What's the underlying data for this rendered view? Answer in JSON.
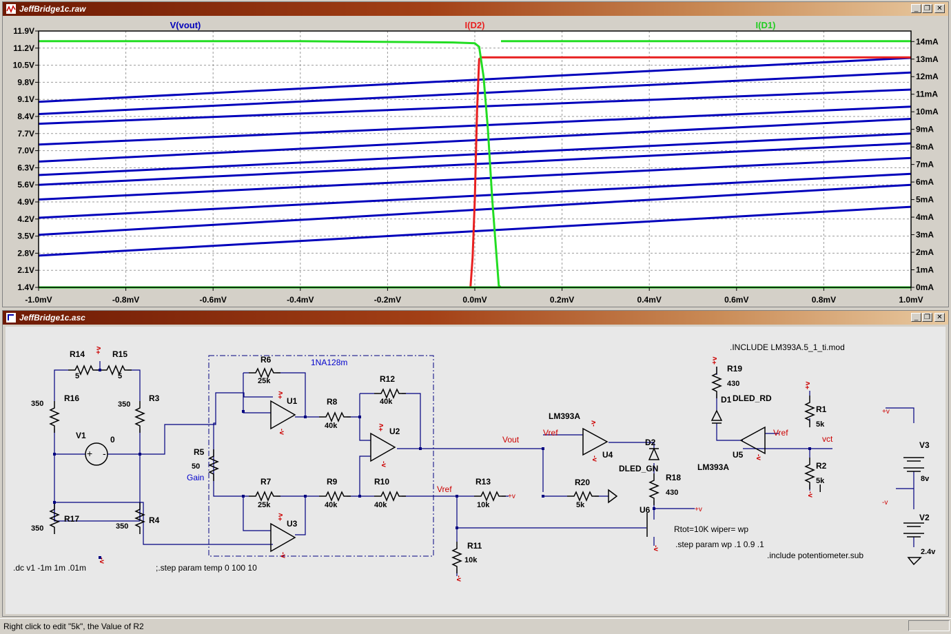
{
  "waveform_window": {
    "title": "JeffBridge1c.raw",
    "icon": "waveform-icon",
    "buttons": [
      "minimize-icon",
      "restore-icon",
      "close-icon"
    ]
  },
  "schematic_window": {
    "title": "JeffBridge1c.asc",
    "icon": "schematic-icon",
    "buttons": [
      "minimize-icon",
      "restore-icon",
      "close-icon"
    ]
  },
  "status_bar": {
    "text": "Right click to edit \"5k\", the Value of R2"
  },
  "colors": {
    "vout": "#0000bb",
    "id2": "#e82020",
    "id1": "#22dd22",
    "schematic_wire": "#000080",
    "net_label": "#cc0000",
    "plot_bg": "#ffffff",
    "schematic_bg": "#e8e8e8"
  },
  "chart_data": {
    "type": "line",
    "grid": true,
    "xlim": [
      -1.0,
      1.0
    ],
    "x_unit": "mV",
    "x_ticks": [
      "-1.0mV",
      "-0.8mV",
      "-0.6mV",
      "-0.4mV",
      "-0.2mV",
      "0.0mV",
      "0.2mV",
      "0.4mV",
      "0.6mV",
      "0.8mV",
      "1.0mV"
    ],
    "y_left_lim": [
      1.4,
      11.9
    ],
    "y_left_ticks": [
      "11.9V",
      "11.2V",
      "10.5V",
      "9.8V",
      "9.1V",
      "8.4V",
      "7.7V",
      "7.0V",
      "6.3V",
      "5.6V",
      "4.9V",
      "4.2V",
      "3.5V",
      "2.8V",
      "2.1V",
      "1.4V"
    ],
    "y_right_lim": [
      0,
      14.6
    ],
    "y_right_ticks": [
      "14mA",
      "13mA",
      "12mA",
      "11mA",
      "10mA",
      "9mA",
      "8mA",
      "7mA",
      "6mA",
      "5mA",
      "4mA",
      "3mA",
      "2mA",
      "1mA",
      "0mA"
    ],
    "series": [
      {
        "name": "V(vout)",
        "axis": "left",
        "color": "#0000bb",
        "lines": [
          {
            "x": [
              -1.0,
              1.0
            ],
            "y": [
              2.7,
              4.7
            ]
          },
          {
            "x": [
              -1.0,
              1.0
            ],
            "y": [
              3.55,
              5.6
            ]
          },
          {
            "x": [
              -1.0,
              1.0
            ],
            "y": [
              4.25,
              6.05
            ]
          },
          {
            "x": [
              -1.0,
              1.0
            ],
            "y": [
              5.0,
              6.7
            ]
          },
          {
            "x": [
              -1.0,
              1.0
            ],
            "y": [
              5.6,
              7.3
            ]
          },
          {
            "x": [
              -1.0,
              1.0
            ],
            "y": [
              6.0,
              7.7
            ]
          },
          {
            "x": [
              -1.0,
              1.0
            ],
            "y": [
              6.55,
              8.3
            ]
          },
          {
            "x": [
              -1.0,
              1.0
            ],
            "y": [
              7.25,
              8.8
            ]
          },
          {
            "x": [
              -1.0,
              1.0
            ],
            "y": [
              8.1,
              9.5
            ]
          },
          {
            "x": [
              -1.0,
              1.0
            ],
            "y": [
              8.5,
              10.2
            ]
          },
          {
            "x": [
              -1.0,
              1.0
            ],
            "y": [
              9.0,
              10.8
            ]
          }
        ]
      },
      {
        "name": "I(D2)",
        "axis": "right",
        "color": "#e82020",
        "x": [
          -1.0,
          -0.01,
          -0.005,
          0.0,
          0.005,
          0.01,
          0.015,
          1.0
        ],
        "y": [
          0,
          0,
          1.7,
          5,
          10,
          13.0,
          13.1,
          13.1
        ]
      },
      {
        "name": "I(D1)",
        "axis": "right",
        "color": "#22dd22",
        "x": [
          -1.0,
          -0.4,
          -0.05,
          0.0,
          0.01,
          0.02,
          0.03,
          0.04,
          0.055,
          0.06,
          1.0
        ],
        "y": [
          14.02,
          14.02,
          13.95,
          13.9,
          13.7,
          12,
          9,
          5,
          0.1,
          0,
          0
        ]
      },
      {
        "name": "I(D1)",
        "axis": "right",
        "color": "#22dd22",
        "x": [
          -1.0,
          1.0
        ],
        "y": [
          0,
          0
        ]
      },
      {
        "name": "I(D1)",
        "axis": "right",
        "color": "#22dd22",
        "x": [
          0.06,
          1.0
        ],
        "y": [
          14.02,
          14.02
        ]
      }
    ]
  },
  "schematic": {
    "components": [
      "R14",
      "R15",
      "R16",
      "R3",
      "R17",
      "R4",
      "V1",
      "R6",
      "R5",
      "R7",
      "U1",
      "U3",
      "R8",
      "R9",
      "R12",
      "R10",
      "U2",
      "R13",
      "R11",
      "U4",
      "R20",
      "D2",
      "R18",
      "U6",
      "R19",
      "D1",
      "U5",
      "R1",
      "R2",
      "V3",
      "V2"
    ],
    "values": {
      "R14": "5",
      "R15": "5",
      "R16": "350",
      "R3": "350",
      "R17": "350",
      "R4": "350",
      "V1": "0",
      "R6": "25k",
      "R5": "50",
      "R7": "25k",
      "R8": "40k",
      "R9": "40k",
      "R12": "40k",
      "R10": "40k",
      "R13": "10k",
      "R11": "10k",
      "R20": "5k",
      "R18": "430",
      "R19": "430",
      "R1": "5k",
      "R2": "5k",
      "V3": "8v",
      "V2": "2.4v",
      "D2": "DLED_GN",
      "D1": "DLED_RD",
      "U4": "LM393A",
      "U5": "LM393A"
    },
    "net_labels": [
      "Vout",
      "Vref",
      "Vref",
      "Vref",
      "vct",
      "+v",
      "-v",
      "+v",
      "-v"
    ],
    "texts": {
      "inamp": "1NA128m",
      "gain": "Gain",
      "include_lm": ".INCLUDE LM393A.5_1_ti.mod",
      "dc": ".dc v1 -1m 1m .01m",
      "step_temp": ";.step param temp 0 100 10",
      "rtot": "Rtot=10K wiper= wp",
      "step_wp": ".step param wp  .1 0.9 .1",
      "include_pot": ".include potentiometer.sub",
      "lm393a_top": "LM393A",
      "lm393a_side": "LM393A"
    }
  }
}
